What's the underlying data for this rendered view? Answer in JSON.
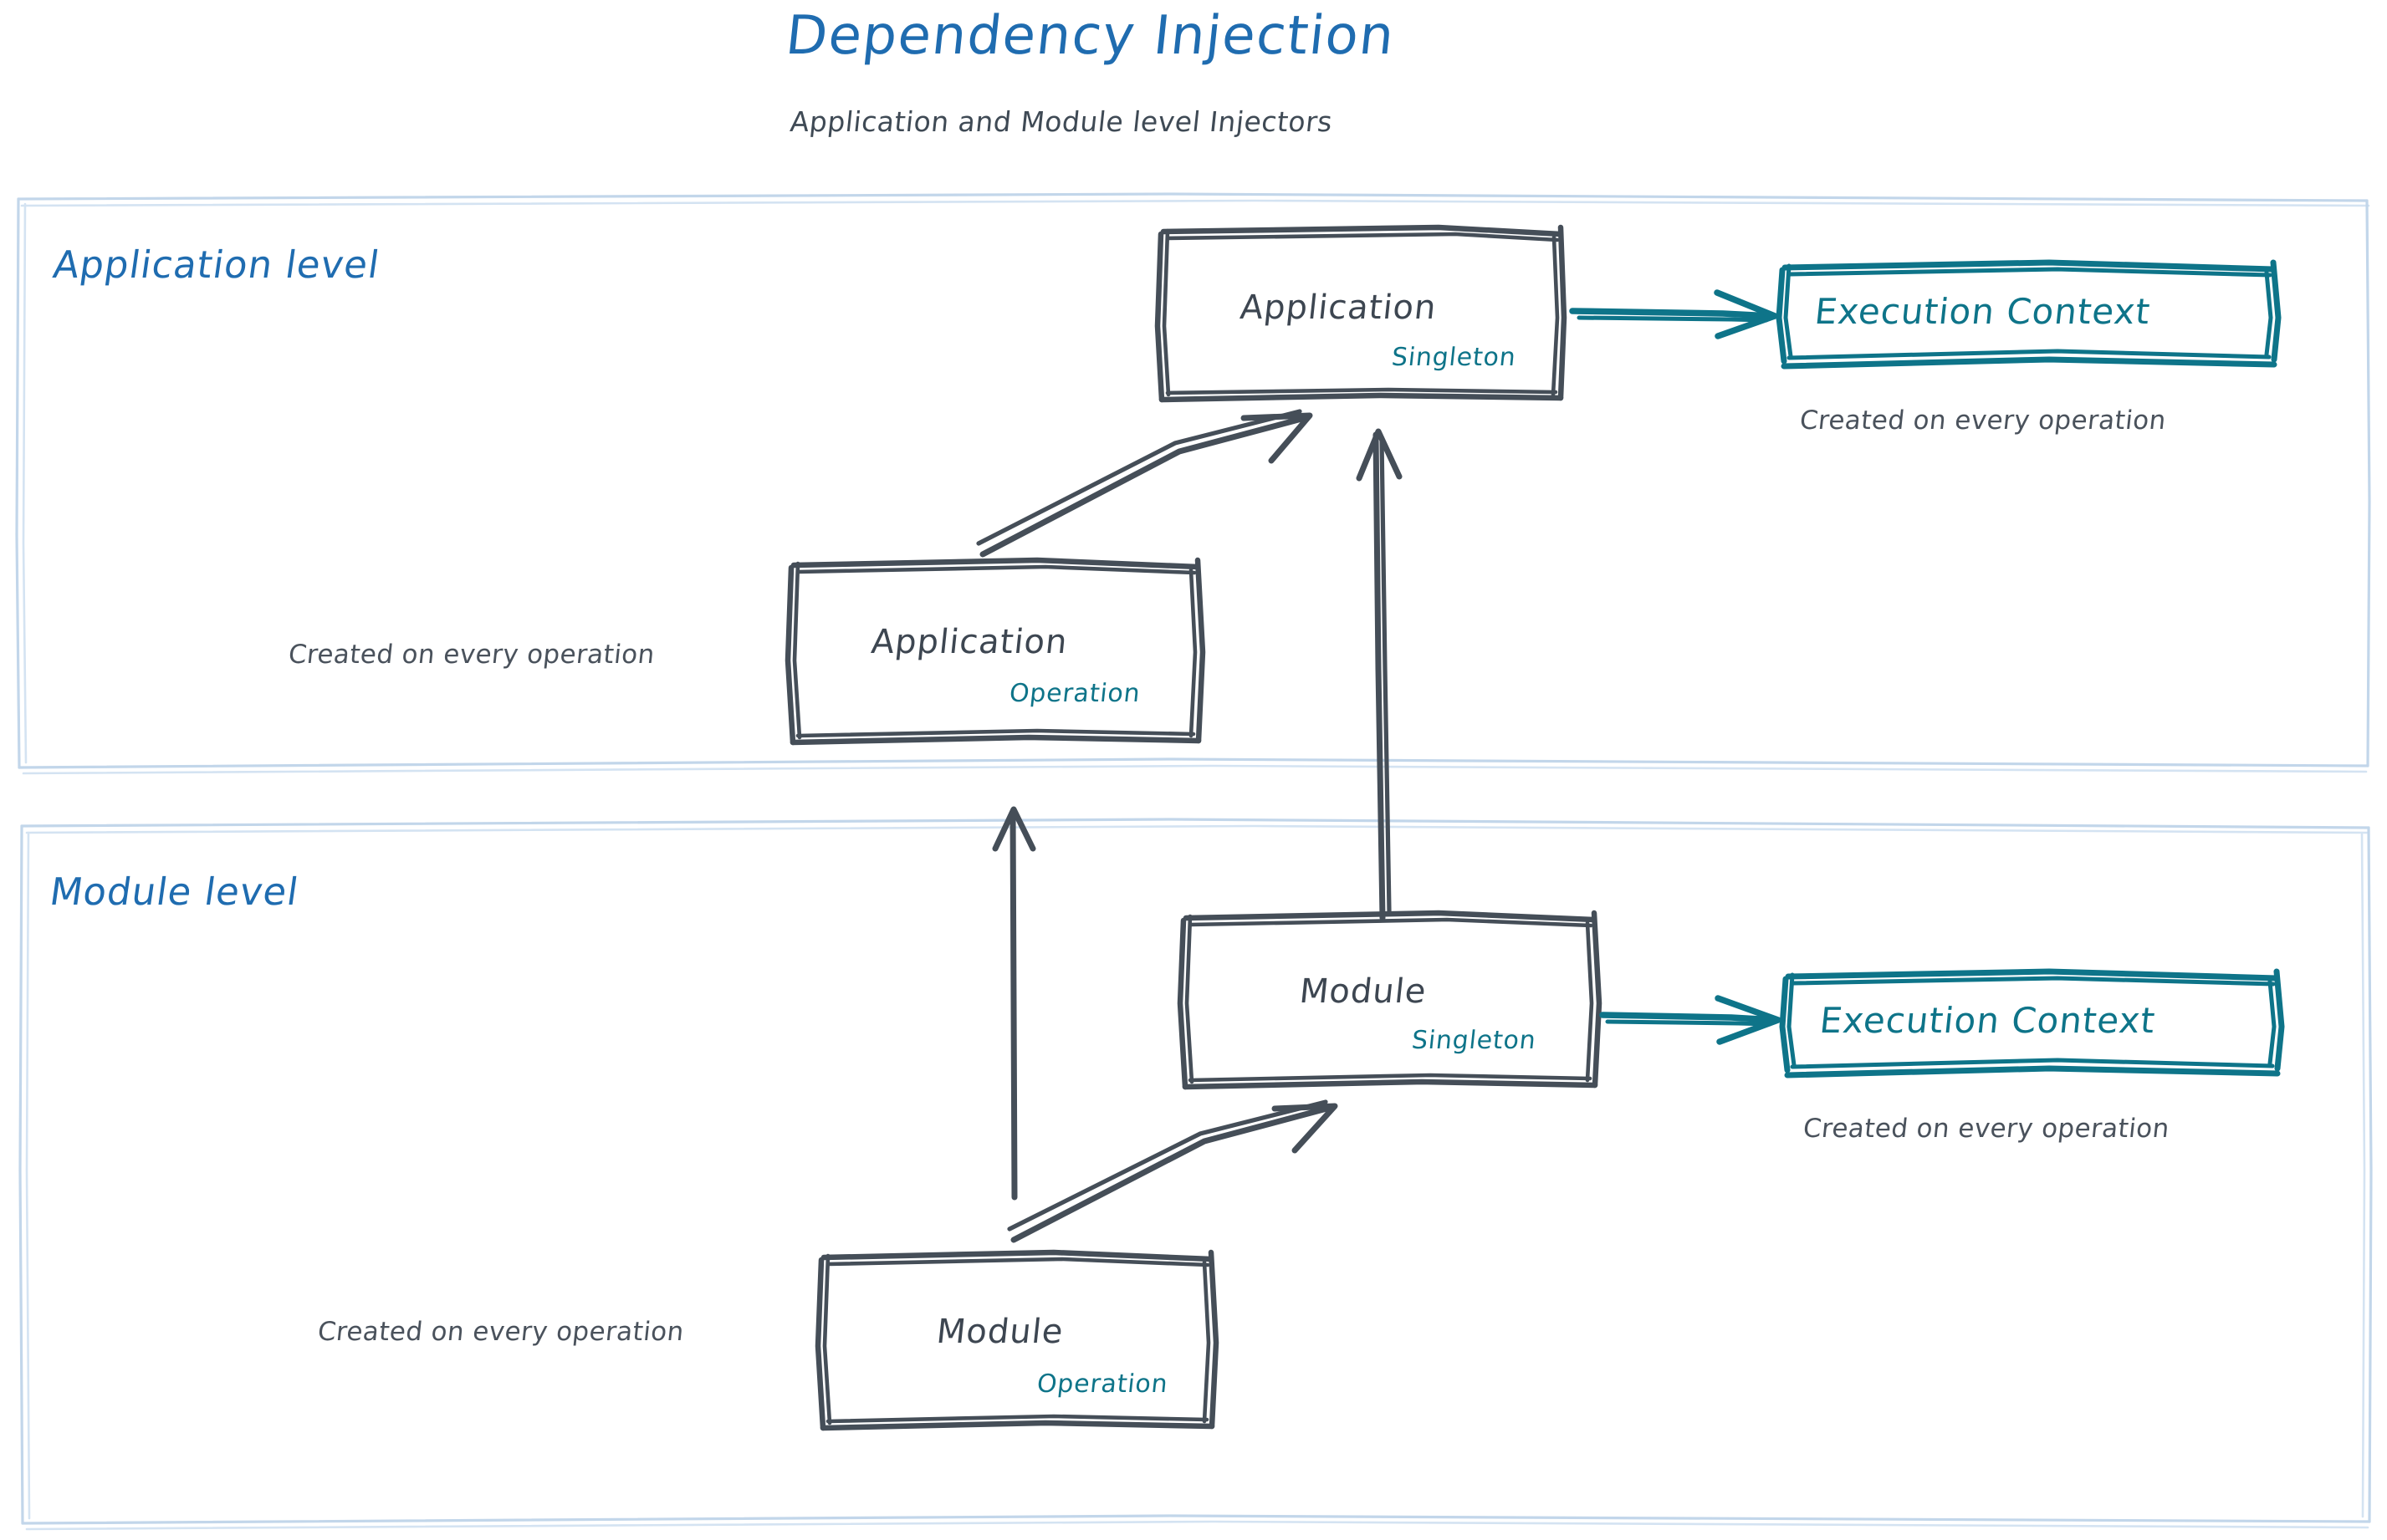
{
  "header": {
    "title": "Dependency Injection",
    "subtitle": "Application and Module level Injectors",
    "title_color": "#1f6cb0",
    "subtitle_color": "#3f4a55"
  },
  "theme": {
    "blue": "#1f6cb0",
    "container_border": "#b9d0e8",
    "node_stroke": "#454e58",
    "teal": "#0e7489",
    "text_gray": "#3d4651"
  },
  "sections": [
    {
      "id": "application-level",
      "label": "Application level",
      "nodes": [
        {
          "id": "application-singleton",
          "title": "Application",
          "scope": "Singleton",
          "kind": "node"
        },
        {
          "id": "application-operation",
          "title": "Application",
          "scope": "Operation",
          "kind": "node"
        },
        {
          "id": "execution-context-application",
          "title": "Execution Context",
          "kind": "context",
          "caption": "Created on every operation"
        }
      ],
      "captions": [
        {
          "id": "application-operation-caption",
          "text": "Created on every operation"
        }
      ]
    },
    {
      "id": "module-level",
      "label": "Module level",
      "nodes": [
        {
          "id": "module-singleton",
          "title": "Module",
          "scope": "Singleton",
          "kind": "node"
        },
        {
          "id": "module-operation",
          "title": "Module",
          "scope": "Operation",
          "kind": "node"
        },
        {
          "id": "execution-context-module",
          "title": "Execution Context",
          "kind": "context",
          "caption": "Created on every operation"
        }
      ],
      "captions": [
        {
          "id": "module-operation-caption",
          "text": "Created on every operation"
        }
      ]
    }
  ],
  "labels": {
    "app_singleton_title": "Application",
    "app_singleton_scope": "Singleton",
    "app_operation_title": "Application",
    "app_operation_scope": "Operation",
    "app_operation_caption": "Created on every operation",
    "app_context_title": "Execution Context",
    "app_context_caption": "Created on every operation",
    "mod_singleton_title": "Module",
    "mod_singleton_scope": "Singleton",
    "mod_operation_title": "Module",
    "mod_operation_scope": "Operation",
    "mod_operation_caption": "Created on every operation",
    "mod_context_title": "Execution Context",
    "mod_context_caption": "Created on every operation",
    "application_level": "Application level",
    "module_level": "Module level"
  },
  "edges": [
    {
      "id": "app-singleton-to-app-context",
      "from": "application-singleton",
      "to": "execution-context-application",
      "color": "#0e7489",
      "style": "arrow"
    },
    {
      "id": "app-operation-to-app-singleton",
      "from": "application-operation",
      "to": "application-singleton",
      "color": "#454e58",
      "style": "arrow"
    },
    {
      "id": "module-singleton-to-app-singleton",
      "from": "module-singleton",
      "to": "application-singleton",
      "color": "#454e58",
      "style": "arrow"
    },
    {
      "id": "module-operation-to-app-operation",
      "from": "module-operation",
      "to": "application-operation",
      "color": "#454e58",
      "style": "arrow"
    },
    {
      "id": "module-operation-to-module-singleton",
      "from": "module-operation",
      "to": "module-singleton",
      "color": "#454e58",
      "style": "arrow"
    },
    {
      "id": "module-singleton-to-module-context",
      "from": "module-singleton",
      "to": "execution-context-module",
      "color": "#0e7489",
      "style": "arrow"
    }
  ]
}
